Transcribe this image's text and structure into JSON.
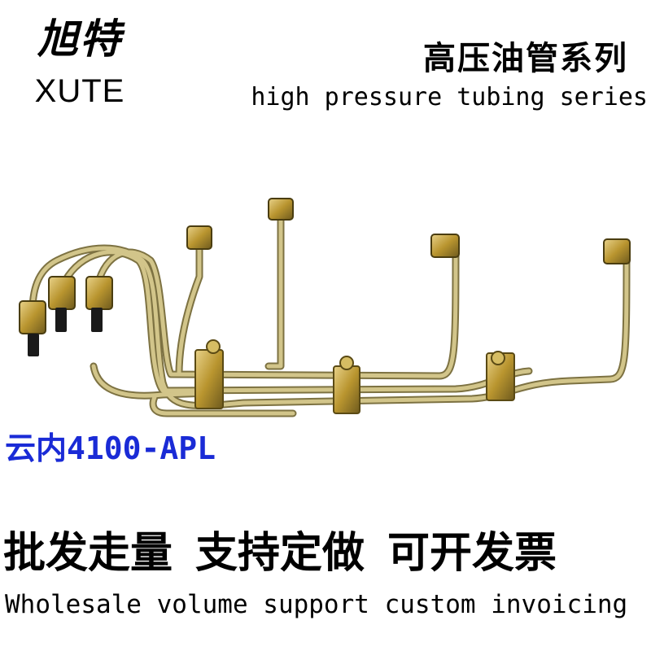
{
  "brand": {
    "name_cn": "旭特",
    "name_en": "XUTE"
  },
  "series": {
    "title_cn": "高压油管系列",
    "title_en": "high pressure tubing series"
  },
  "product": {
    "model": "云内4100-APL",
    "image_icon": "fuel-tube-assembly-icon"
  },
  "slogans": {
    "cn": [
      "批发走量",
      "支持定做",
      "可开发票"
    ],
    "en": "Wholesale volume support custom invoicing"
  },
  "colors": {
    "model_text": "#1a2bd6",
    "tube": "#b8a964"
  }
}
